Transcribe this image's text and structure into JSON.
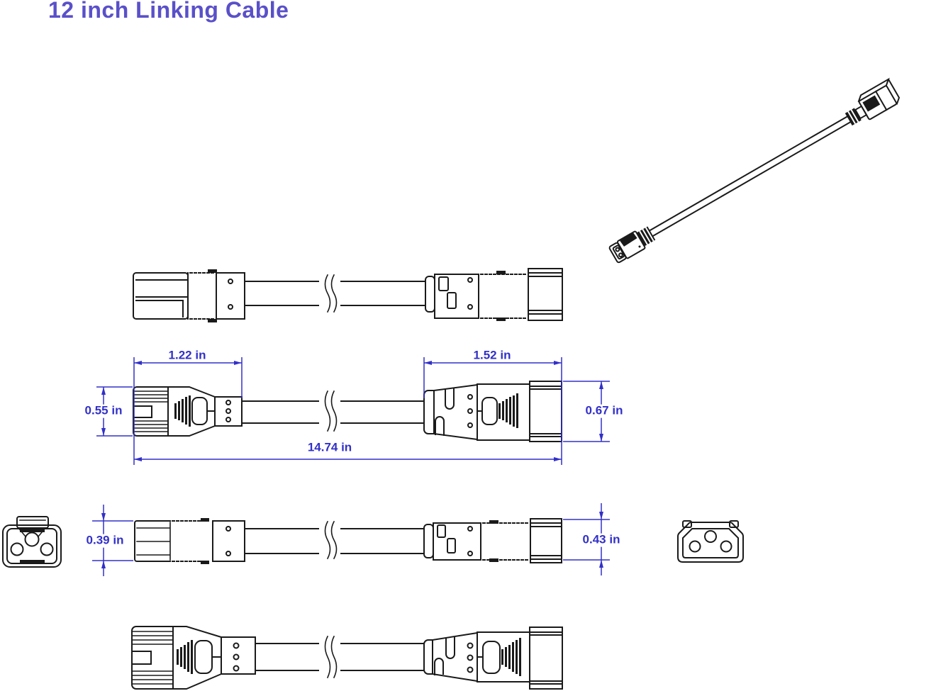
{
  "title": "12 inch Linking Cable",
  "colors": {
    "title_text": "#5a50c9",
    "dimension_text": "#3230c8",
    "drawing_line": "#1a1a1a",
    "background": "#ffffff"
  },
  "dimensions": {
    "left_connector_length": "1.22 in",
    "right_connector_length": "1.52 in",
    "left_connector_height": "0.55 in",
    "right_connector_height": "0.67 in",
    "overall_length": "14.74 in",
    "left_connector_profile_height": "0.39 in",
    "right_connector_profile_height": "0.43 in"
  }
}
